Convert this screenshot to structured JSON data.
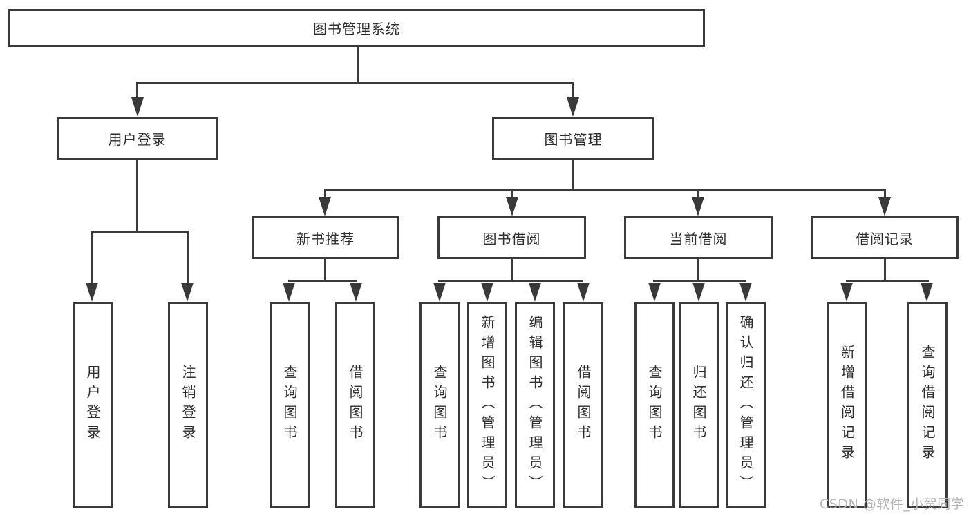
{
  "diagram": {
    "root": "图书管理系统",
    "level2": [
      "用户登录",
      "图书管理"
    ],
    "level3": [
      "新书推荐",
      "图书借阅",
      "当前借阅",
      "借阅记录"
    ],
    "leaves": {
      "user_login": [
        "用户登录",
        "注销登录"
      ],
      "new_book_recommend": [
        "查询图书",
        "借阅图书"
      ],
      "book_borrow": [
        "查询图书",
        "新增图书（管理员）",
        "编辑图书（管理员）",
        "借阅图书"
      ],
      "current_borrow": [
        "查询图书",
        "归还图书",
        "确认归还（管理员）"
      ],
      "borrow_record": [
        "新增借阅记录",
        "查询借阅记录"
      ]
    },
    "colors": {
      "line": "#3a3a3a",
      "text": "#2e2e2e",
      "watermark": "#b3b3b3",
      "background": "#ffffff"
    }
  },
  "watermark": "CSDN @软件_小贺同学"
}
